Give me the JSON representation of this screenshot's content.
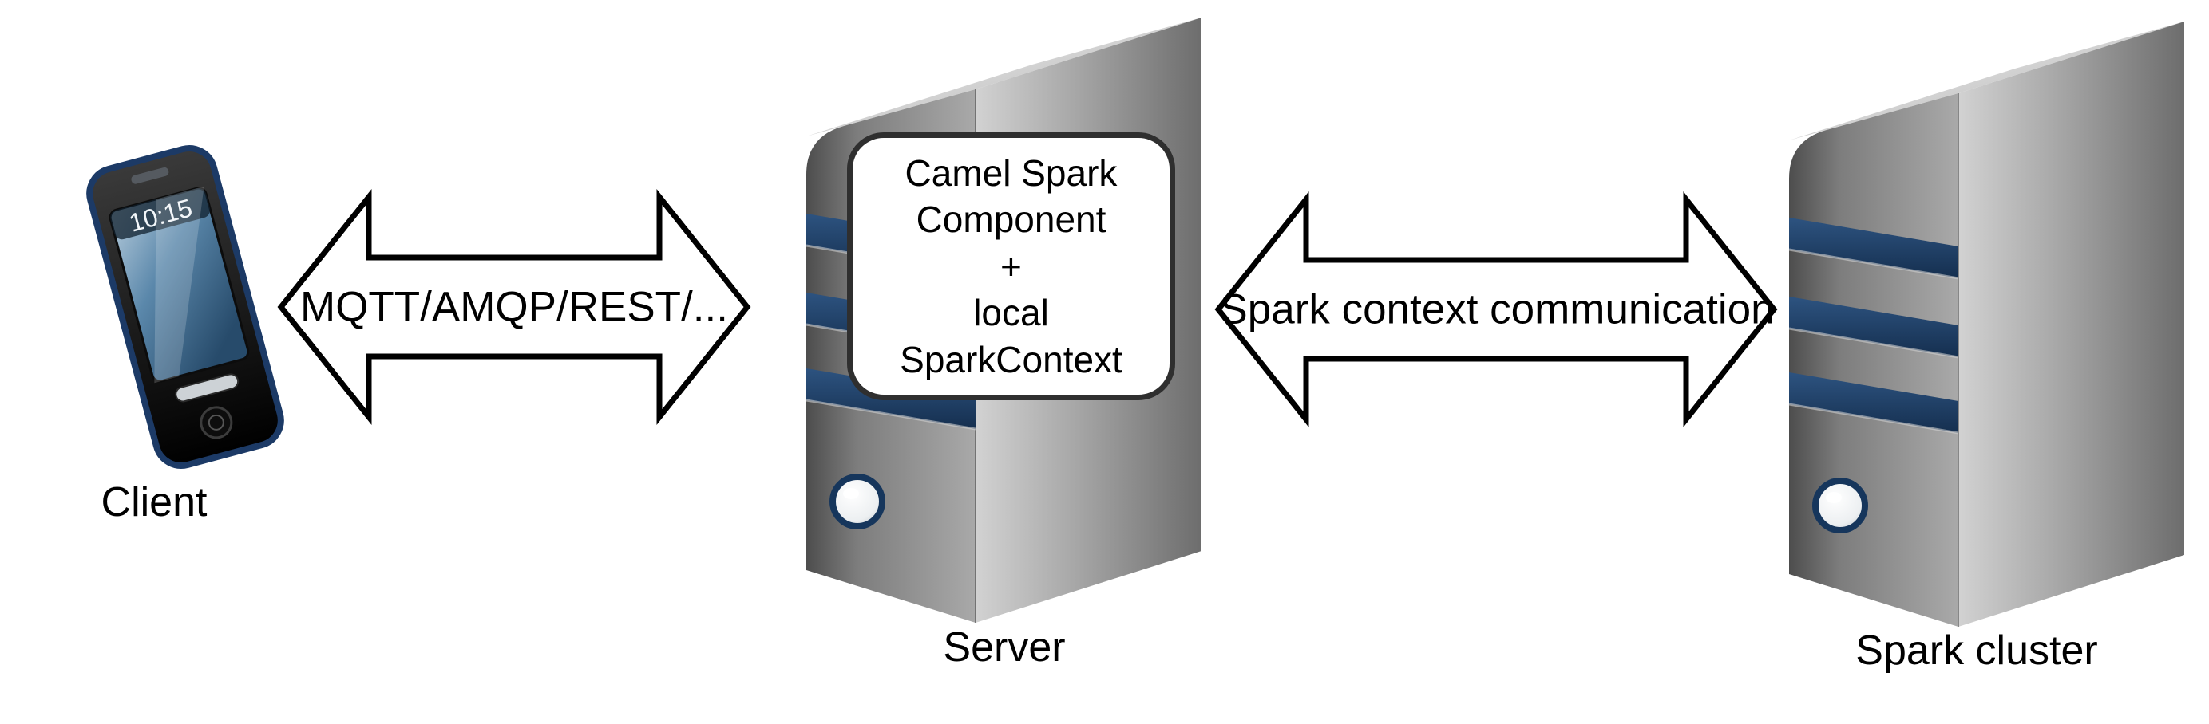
{
  "diagram": {
    "nodes": [
      {
        "id": "client",
        "type": "phone",
        "label": "Client",
        "phone_time": "10:15"
      },
      {
        "id": "server",
        "type": "tower",
        "label": "Server",
        "callout": "Camel Spark\nComponent\n+\nlocal\nSparkContext"
      },
      {
        "id": "spark_cluster",
        "type": "tower",
        "label": "Spark cluster"
      }
    ],
    "edges": [
      {
        "from": "client",
        "to": "server",
        "style": "double-arrow",
        "label": "MQTT/AMQP/REST/..."
      },
      {
        "from": "server",
        "to": "spark_cluster",
        "style": "double-arrow",
        "label": "Spark context communication"
      }
    ],
    "colors": {
      "background": "#ffffff",
      "arrow_fill": "#ffffff",
      "arrow_stroke": "#000000",
      "tower_stripe_navy": "#1d3f66",
      "tower_gray": "#9a9a9a",
      "callout_border": "#2f2f2f",
      "phone_screen_blue": "#47749c",
      "text": "#000000"
    }
  }
}
